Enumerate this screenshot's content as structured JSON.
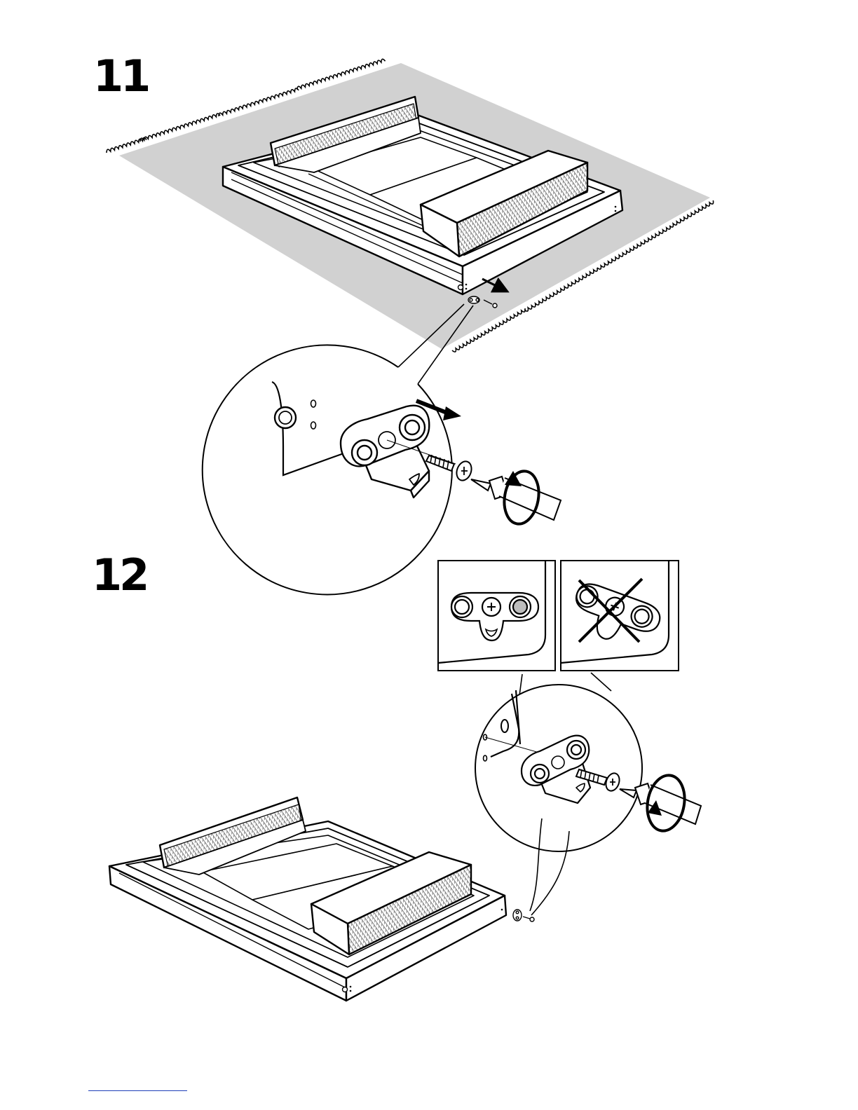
{
  "steps": [
    {
      "number": "11"
    },
    {
      "number": "12"
    }
  ],
  "colors": {
    "rug": "#d1d1d1",
    "ink": "#000000",
    "hatch": "#7a7a7a",
    "filled_hole": "#bdbdbd",
    "footer_rule": "#1f3fb8"
  },
  "icons": [
    "rug",
    "drawer-frame",
    "screw",
    "screwdriver",
    "rotation-arrow",
    "pull-arrow",
    "cross-mark",
    "bracket"
  ]
}
